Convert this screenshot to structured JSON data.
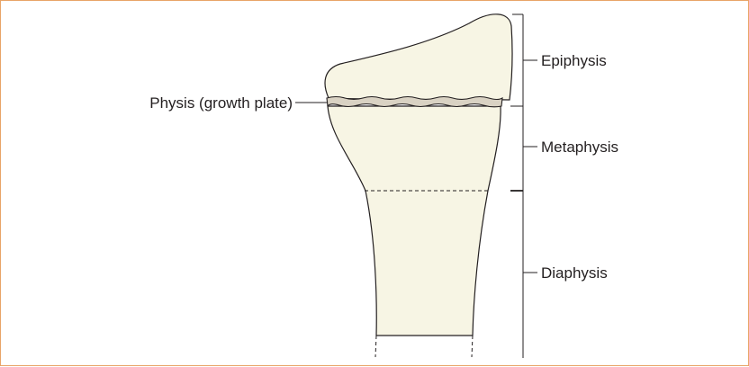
{
  "colors": {
    "bone_fill": "#f7f5e4",
    "physis_fill": "#d9d2c3",
    "outline": "#231f20",
    "frame_border": "#e8a467"
  },
  "labels": {
    "physis": "Physis (growth plate)",
    "epiphysis": "Epiphysis",
    "metaphysis": "Metaphysis",
    "diaphysis": "Diaphysis"
  }
}
